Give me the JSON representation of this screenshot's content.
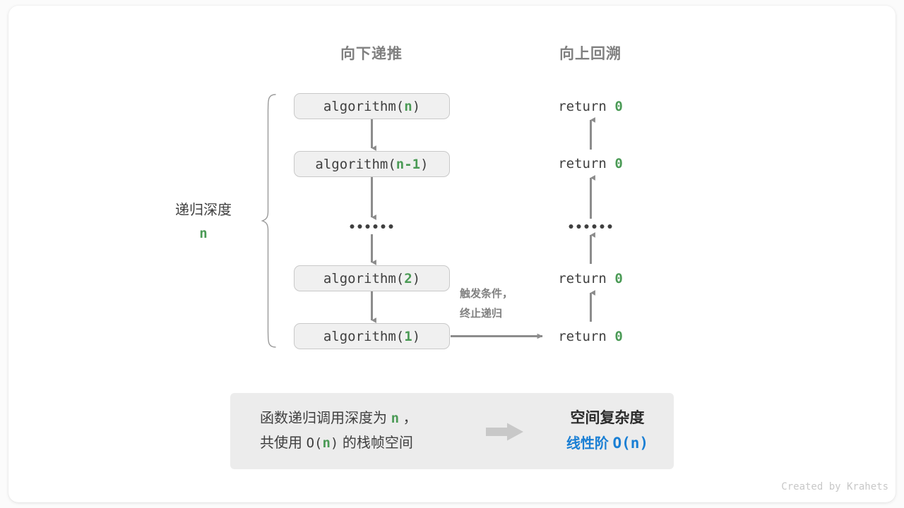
{
  "diagram": {
    "title_left": "向下递推",
    "title_right": "向上回溯",
    "depth_label": "递归深度",
    "depth_value": "n",
    "trigger_line1": "触发条件，",
    "trigger_line2": "终止递归",
    "ellipsis": "••••••",
    "calls": [
      {
        "prefix": "algorithm(",
        "arg": "n",
        "suffix": ")"
      },
      {
        "prefix": "algorithm(",
        "arg": "n-1",
        "suffix": ")"
      },
      {
        "prefix": "algorithm(",
        "arg": "2",
        "suffix": ")"
      },
      {
        "prefix": "algorithm(",
        "arg": "1",
        "suffix": ")"
      }
    ],
    "returns": [
      {
        "keyword": "return ",
        "value": "0"
      },
      {
        "keyword": "return ",
        "value": "0"
      },
      {
        "keyword": "return ",
        "value": "0"
      },
      {
        "keyword": "return ",
        "value": "0"
      }
    ]
  },
  "summary": {
    "line1_a": "函数递归调用深度为 ",
    "line1_n": "n",
    "line1_b": " ，",
    "line2_a": "共使用 ",
    "line2_big_o_open": "O(",
    "line2_n": "n",
    "line2_big_o_close": ")",
    "line2_b": " 的栈帧空间",
    "result_title": "空间复杂度",
    "result_value_text": "线性阶 ",
    "result_value_mono": "O(n)"
  },
  "footer": {
    "credit": "Created by Krahets"
  },
  "colors": {
    "green": "#4a9a55",
    "blue": "#1a7fd4",
    "gray_text": "#3f3f3f",
    "gray_heading": "#808080",
    "box_fill": "#f0f0f0",
    "box_border": "#c9c9c9",
    "panel_fill": "#ececec",
    "arrow": "#8c8c8c"
  }
}
